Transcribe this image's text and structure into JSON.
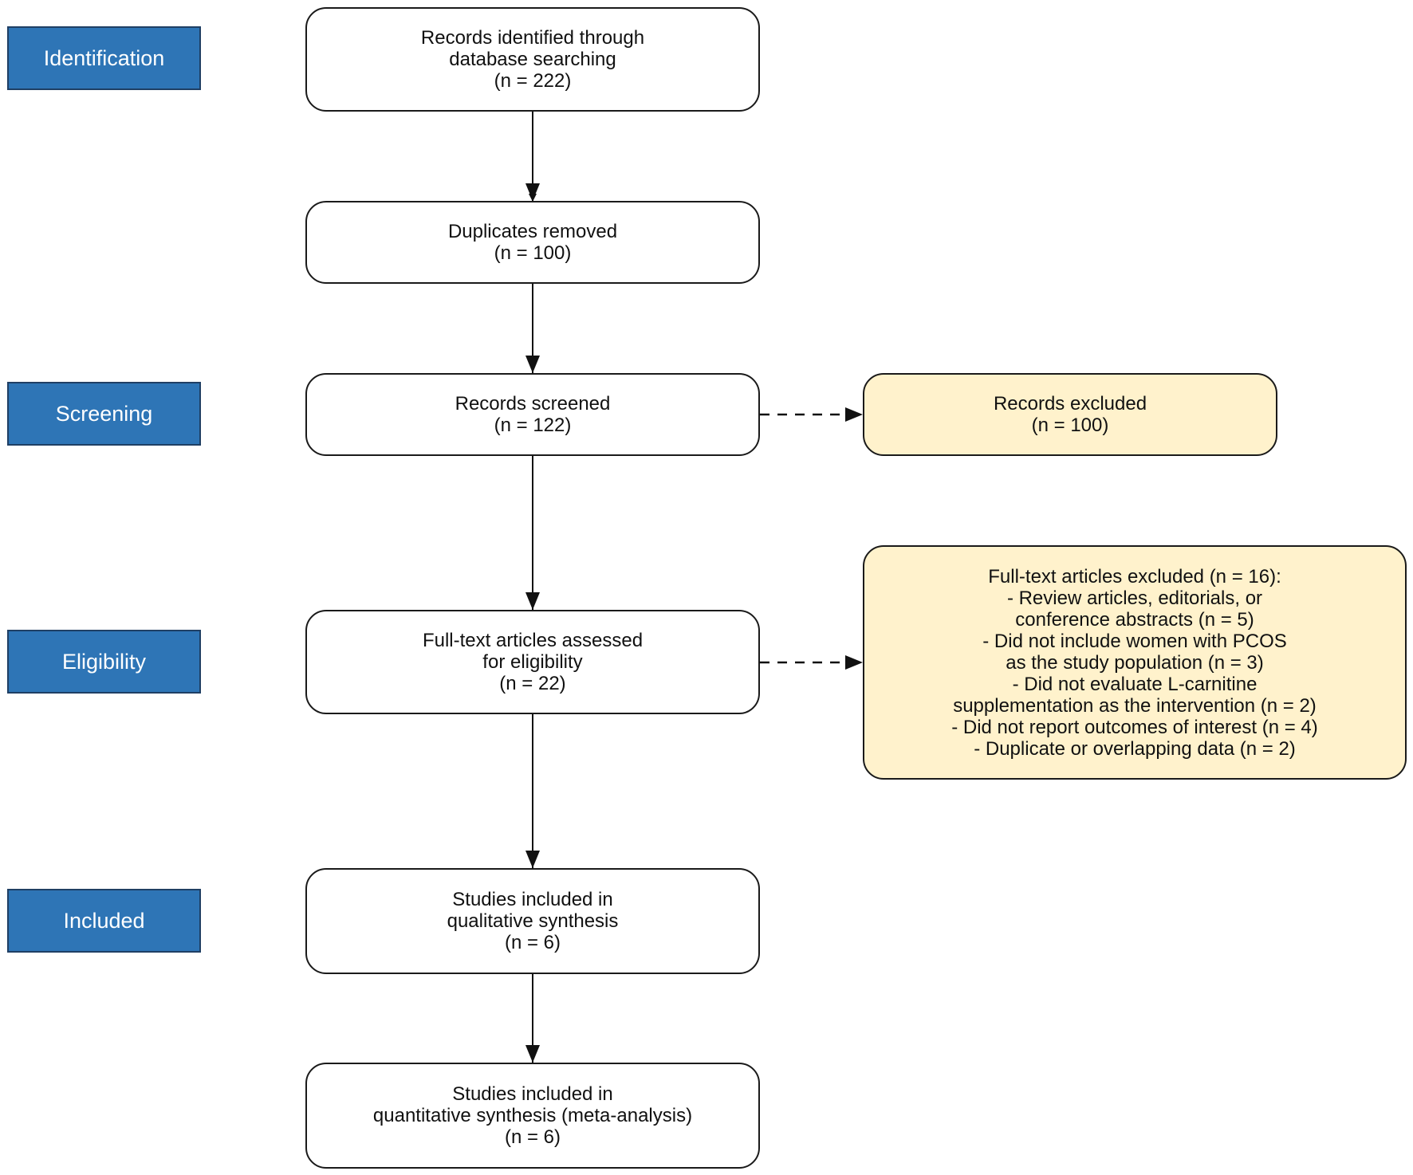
{
  "phases": {
    "identification": "Identification",
    "screening": "Screening",
    "eligibility": "Eligibility",
    "included": "Included"
  },
  "boxes": {
    "identified": {
      "lines": [
        "Records identified through",
        "database searching",
        "(n = 222)"
      ]
    },
    "duplicates": {
      "lines": [
        "Duplicates removed",
        "(n = 100)"
      ]
    },
    "screened": {
      "lines": [
        "Records screened",
        "(n = 122)"
      ]
    },
    "records_excluded": {
      "lines": [
        "Records excluded",
        "(n = 100)"
      ]
    },
    "fulltext": {
      "lines": [
        "Full-text articles assessed",
        "for eligibility",
        "(n = 22)"
      ]
    },
    "fulltext_excluded": {
      "lines": [
        "Full-text articles excluded (n = 16):",
        "- Review articles, editorials, or",
        "conference abstracts (n = 5)",
        "- Did not include women with PCOS",
        "as the study population (n = 3)",
        "- Did not evaluate L-carnitine",
        "supplementation as the intervention (n = 2)",
        "- Did not report outcomes of interest (n = 4)",
        "- Duplicate or overlapping data (n = 2)"
      ]
    },
    "qualitative": {
      "lines": [
        "Studies included in",
        "qualitative synthesis",
        "(n = 6)"
      ]
    },
    "quantitative": {
      "lines": [
        "Studies included in",
        "quantitative synthesis (meta-analysis)",
        "(n = 6)"
      ]
    }
  },
  "colors": {
    "phase_fill": "#2e75b6",
    "exclusion_fill": "#fff2cc",
    "node_fill": "#ffffff"
  }
}
